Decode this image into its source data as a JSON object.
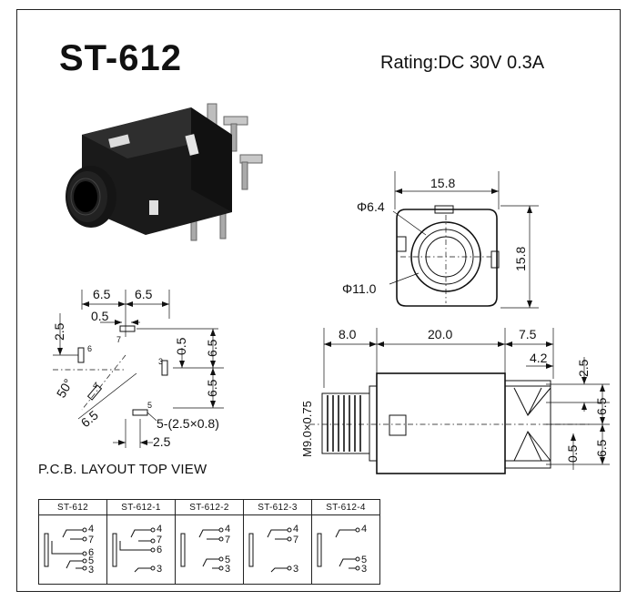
{
  "header": {
    "model": "ST-612",
    "rating": "Rating:DC 30V 0.3A"
  },
  "front_view": {
    "dim_width": "15.8",
    "dim_height": "15.8",
    "dim_inner_dia": "Φ6.4",
    "dim_outer_dia": "Φ11.0"
  },
  "side_view": {
    "dim_left": "8.0",
    "dim_body": "20.0",
    "dim_right": "7.5",
    "dim_small": "4.2",
    "dim_thread": "M9.0×0.75",
    "dim_v1": "2.5",
    "dim_v2": "6.5",
    "dim_v3": "6.5",
    "dim_v4": "0.5"
  },
  "pcb_layout": {
    "caption": "P.C.B. LAYOUT TOP VIEW",
    "dim_top_a": "6.5",
    "dim_top_b": "6.5",
    "dim_small": "0.5",
    "dim_left": "2.5",
    "dim_right_a": "0.5",
    "dim_right_b": "6.5",
    "dim_right_c": "6.5",
    "dim_diag": "6.5",
    "dim_angle": "50°",
    "dim_bottom": "2.5",
    "dim_holes": "5-(2.5×0.8)",
    "pins": [
      "7",
      "6",
      "3",
      "4",
      "5"
    ]
  },
  "variants": {
    "headers": [
      "ST-612",
      "ST-612-1",
      "ST-612-2",
      "ST-612-3",
      "ST-612-4"
    ],
    "pins": [
      [
        "4",
        "7",
        "6",
        "5",
        "3"
      ],
      [
        "4",
        "7",
        "6",
        "3"
      ],
      [
        "4",
        "7",
        "5",
        "3"
      ],
      [
        "4",
        "7",
        "3"
      ],
      [
        "4",
        "5",
        "3"
      ]
    ]
  }
}
